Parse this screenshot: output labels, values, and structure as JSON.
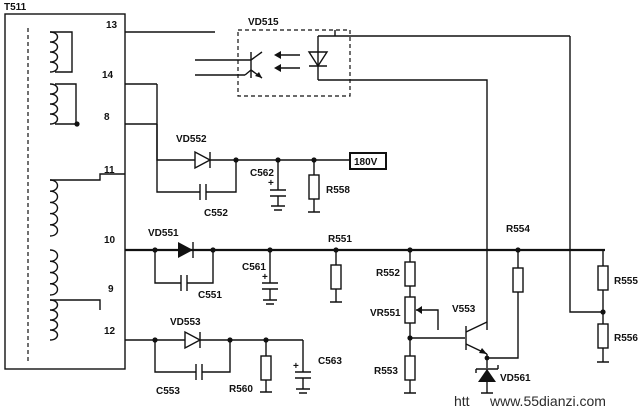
{
  "transformer": {
    "name": "T511",
    "pins": [
      "13",
      "14",
      "8",
      "11",
      "10",
      "9",
      "12"
    ]
  },
  "components": {
    "optocoupler": "VD515",
    "diodes": [
      "VD552",
      "VD551",
      "VD553",
      "VD561"
    ],
    "capacitors": [
      "C562",
      "C552",
      "C561",
      "C551",
      "C553",
      "C563"
    ],
    "resistors": [
      "R558",
      "R551",
      "R552",
      "R554",
      "R555",
      "R556",
      "R560",
      "R553"
    ],
    "potentiometer": "VR551",
    "transistor": "V553"
  },
  "voltage_label": "180V",
  "watermark": {
    "text": "www.55dianzi.com",
    "prefix": "htt"
  }
}
